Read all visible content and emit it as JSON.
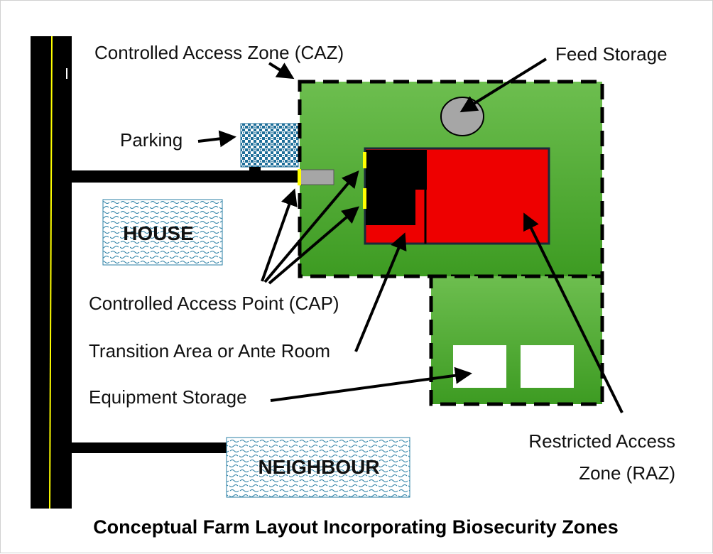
{
  "title": "Conceptual Farm Layout Incorporating Biosecurity Zones",
  "labels": {
    "caz": "Controlled Access Zone (CAZ)",
    "feed": "Feed Storage",
    "parking": "Parking",
    "house": "HOUSE",
    "cap": "Controlled Access Point (CAP)",
    "transition": "Transition Area or Ante Room",
    "equipment": "Equipment Storage",
    "raz_line1": "Restricted Access",
    "raz_line2": "Zone (RAZ)",
    "neighbour": "NEIGHBOUR"
  },
  "colors": {
    "caz_fill": "#4aa52c",
    "raz_fill": "#ee0000",
    "road": "#000000",
    "road_line": "#ffff00",
    "access_point": "#ffff00",
    "feed_fill": "#a6a6a6",
    "pattern": "#1f7a9e"
  }
}
